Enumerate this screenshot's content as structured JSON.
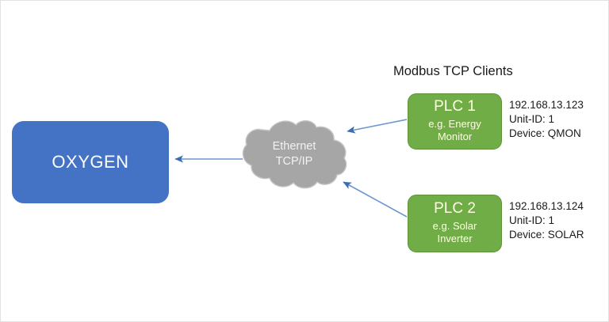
{
  "diagram": {
    "title": "Modbus TCP Clients",
    "background_color": "#ffffff",
    "border_color": "#e2e2e2"
  },
  "nodes": {
    "oxygen": {
      "label": "OXYGEN",
      "fill_color": "#4472c4",
      "text_color": "#ffffff"
    },
    "cloud": {
      "line1": "Ethernet",
      "line2": "TCP/IP",
      "fill_color": "#a6a6a6",
      "stroke_color": "#c9c9c9",
      "text_color": "#f2f2f2"
    },
    "plc1": {
      "title": "PLC 1",
      "subtitle_line1": "e.g. Energy",
      "subtitle_line2": "Monitor",
      "fill_color": "#70ad47",
      "border_color": "#5d9339",
      "text_color": "#ffffe6"
    },
    "plc2": {
      "title": "PLC 2",
      "subtitle_line1": "e.g. Solar",
      "subtitle_line2": "Inverter",
      "fill_color": "#70ad47",
      "border_color": "#5d9339",
      "text_color": "#ffffe6"
    }
  },
  "info": {
    "plc1": {
      "ip": "192.168.13.123",
      "unit_id": "Unit-ID: 1",
      "device": "Device: QMON"
    },
    "plc2": {
      "ip": "192.168.13.124",
      "unit_id": "Unit-ID: 1",
      "device": "Device: SOLAR"
    }
  },
  "connections": {
    "arrow_color": "#4a7ebb",
    "edges": [
      {
        "from": "cloud",
        "to": "oxygen",
        "direction": "left"
      },
      {
        "from": "plc1",
        "to": "cloud",
        "direction": "down-left"
      },
      {
        "from": "plc2",
        "to": "cloud",
        "direction": "up-left"
      }
    ]
  }
}
